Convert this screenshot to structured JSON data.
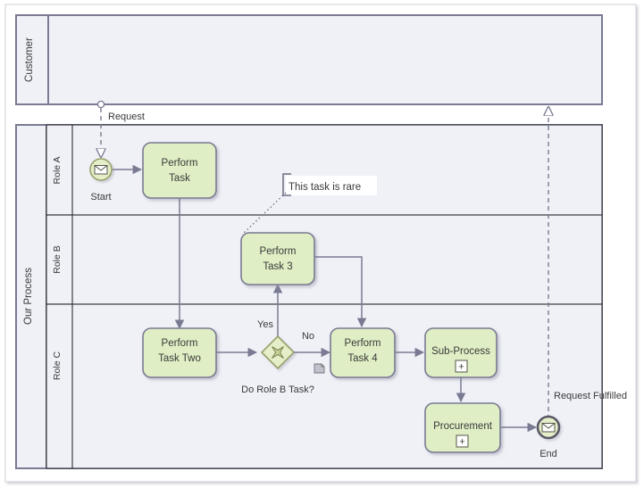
{
  "diagram": {
    "type": "bpmn-collaboration",
    "colors": {
      "pool_border": "#7a7a93",
      "pool_header_fill": "#eff1f7",
      "lane_fill": "#eff1f7",
      "task_fill": "#dfeec4",
      "task_border": "#7a7a93",
      "flow_line": "#7a7a93",
      "text": "#3a3a3a",
      "annotation_fill": "#ffffff",
      "canvas_border": "#c8c8d0",
      "gateway_fill": "#e4eec8"
    },
    "pools": [
      {
        "id": "customer",
        "label": "Customer",
        "lanes": []
      },
      {
        "id": "our-process",
        "label": "Our Process",
        "lanes": [
          {
            "id": "role-a",
            "label": "Role A"
          },
          {
            "id": "role-b",
            "label": "Role B"
          },
          {
            "id": "role-c",
            "label": "Role C"
          }
        ]
      }
    ],
    "events": [
      {
        "id": "start",
        "label": "Start",
        "kind": "message-start-event",
        "icon": "envelope-icon"
      },
      {
        "id": "end",
        "label": "End",
        "kind": "message-end-event",
        "icon": "envelope-icon"
      }
    ],
    "tasks": [
      {
        "id": "perform-task",
        "label_line1": "Perform",
        "label_line2": "Task",
        "marker": ""
      },
      {
        "id": "perform-task-3",
        "label_line1": "Perform",
        "label_line2": "Task 3",
        "marker": ""
      },
      {
        "id": "perform-task-two",
        "label_line1": "Perform",
        "label_line2": "Task Two",
        "marker": ""
      },
      {
        "id": "perform-task-4",
        "label_line1": "Perform",
        "label_line2": "Task 4",
        "marker": ""
      },
      {
        "id": "sub-process",
        "label_line1": "Sub-Process",
        "label_line2": "",
        "marker": "+"
      },
      {
        "id": "procurement",
        "label_line1": "Procurement",
        "label_line2": "",
        "marker": "+"
      }
    ],
    "gateways": [
      {
        "id": "do-role-b-task",
        "label": "Do Role B Task?",
        "kind": "exclusive-gateway",
        "symbol": "X"
      }
    ],
    "flow_labels": [
      {
        "id": "request",
        "text": "Request"
      },
      {
        "id": "yes",
        "text": "Yes"
      },
      {
        "id": "no",
        "text": "No"
      },
      {
        "id": "request-fulfilled",
        "text": "Request Fulfilled"
      }
    ],
    "annotations": [
      {
        "id": "rare-note",
        "text": "This task is rare"
      }
    ]
  }
}
